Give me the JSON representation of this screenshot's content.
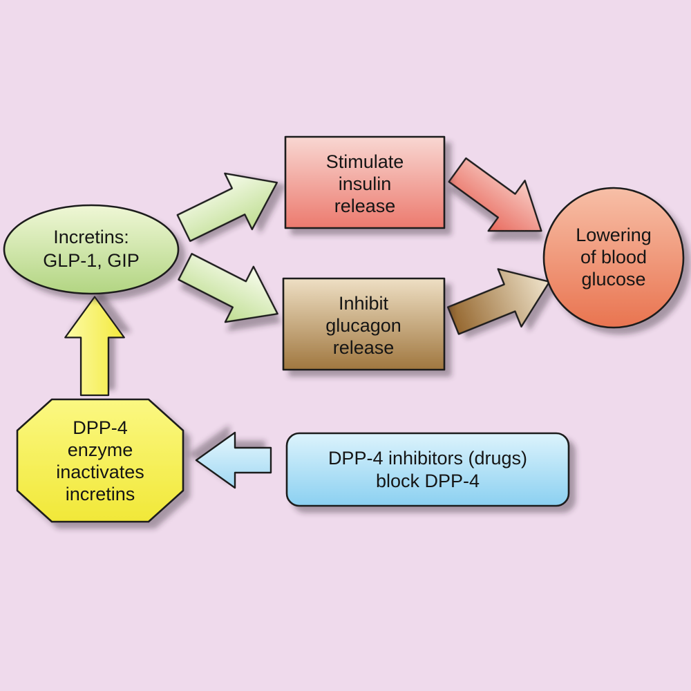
{
  "diagram": {
    "background": "#efdaec",
    "colors": {
      "outline": "#1c1c1c",
      "incretins_fill": "#c4e099",
      "stimulate_fill": "#ef8c81",
      "inhibit_fill": "#bd9364",
      "lowering_fill": "#ed8a64",
      "dpp4_enzyme_fill": "#f6ef58",
      "dpp4_inhibitors_fill": "#a9ddf5",
      "green_arrow": "#d3e8ad",
      "red_arrow": "#ee9a8f",
      "tan_arrow": "#b78f5c",
      "yellow_arrow": "#f7f04e",
      "blue_arrow": "#bfe6f8"
    },
    "nodes": {
      "incretins": {
        "line1": "Incretins:",
        "line2": "GLP-1, GIP"
      },
      "stimulate": {
        "line1": "Stimulate",
        "line2": "insulin",
        "line3": "release"
      },
      "inhibit": {
        "line1": "Inhibit",
        "line2": "glucagon",
        "line3": "release"
      },
      "lowering": {
        "line1": "Lowering",
        "line2": "of blood",
        "line3": "glucose"
      },
      "dpp4_enzyme": {
        "line1": "DPP-4",
        "line2": "enzyme",
        "line3": "inactivates",
        "line4": "incretins"
      },
      "dpp4_inhibitors": {
        "line1": "DPP-4 inhibitors (drugs)",
        "line2": "block DPP-4"
      }
    }
  }
}
